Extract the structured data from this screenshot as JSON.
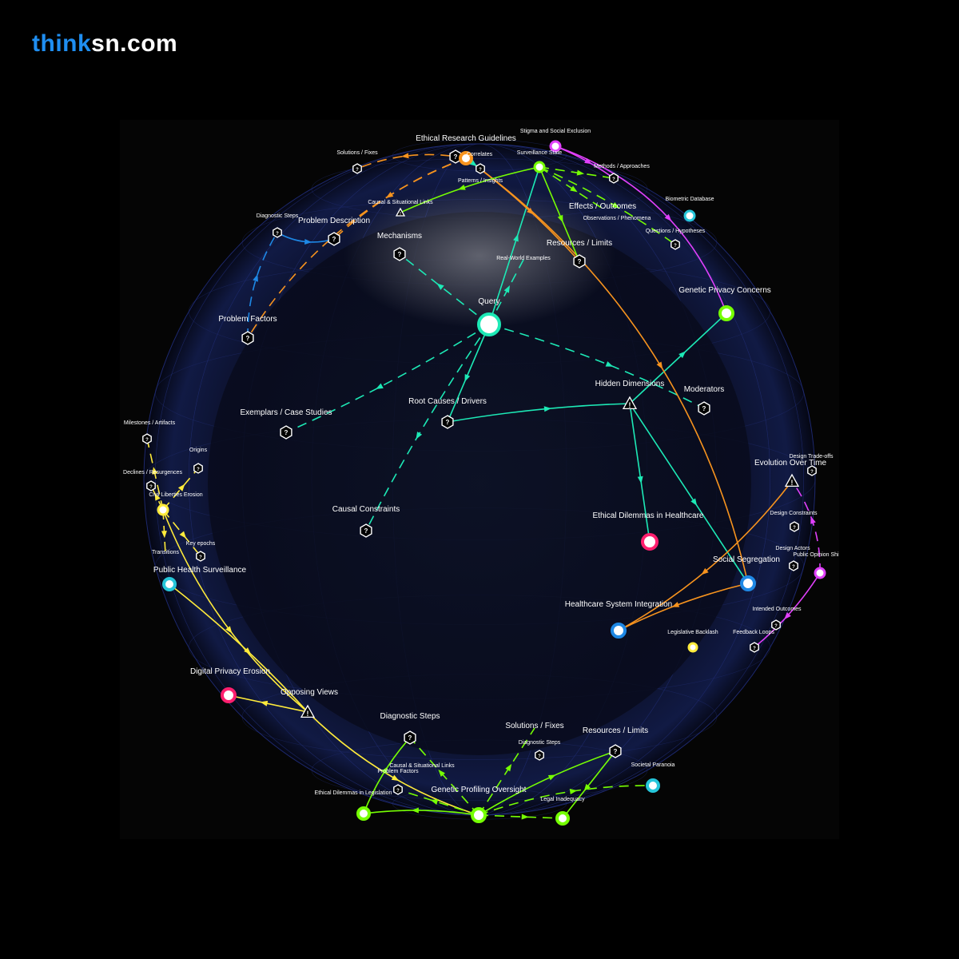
{
  "brand": {
    "part1": "think",
    "part2": "sn.com",
    "color1": "#1f8ef1",
    "color2": "#ffffff"
  },
  "colors": {
    "teal": "#1de9b6",
    "orange": "#f7931e",
    "magenta": "#e040fb",
    "blue": "#1e88e5",
    "yellow": "#ffeb3b",
    "green": "#76ff03",
    "pink": "#ff1f6e",
    "cyan": "#26c6da"
  },
  "nodes": [
    {
      "id": "query",
      "label": "Query",
      "icon": "circle-node-icon",
      "color": "teal"
    },
    {
      "id": "mechanisms",
      "label": "Mechanisms",
      "icon": "question-hex-icon"
    },
    {
      "id": "resources_limits_top",
      "label": "Resources / Limits",
      "icon": "question-hex-icon"
    },
    {
      "id": "real_world",
      "label": "Real-World Examples",
      "icon": "none"
    },
    {
      "id": "hidden_dimensions",
      "label": "Hidden Dimensions",
      "icon": "warning-triangle-icon"
    },
    {
      "id": "moderators",
      "label": "Moderators",
      "icon": "question-hex-icon"
    },
    {
      "id": "root_causes",
      "label": "Root Causes / Drivers",
      "icon": "question-hex-icon"
    },
    {
      "id": "exemplars",
      "label": "Exemplars / Case Studies",
      "icon": "question-hex-icon"
    },
    {
      "id": "causal_constraints",
      "label": "Causal Constraints",
      "icon": "question-hex-icon"
    },
    {
      "id": "ethical_dilemmas_healthcare",
      "label": "Ethical Dilemmas in Healthcare",
      "icon": "circle-node-icon",
      "color": "pink"
    },
    {
      "id": "social_segregation",
      "label": "Social Segregation",
      "icon": "circle-node-icon",
      "color": "blue"
    },
    {
      "id": "healthcare_integration",
      "label": "Healthcare System Integration",
      "icon": "circle-node-icon",
      "color": "blue"
    },
    {
      "id": "genetic_privacy",
      "label": "Genetic Privacy Concerns",
      "icon": "circle-node-icon",
      "color": "green"
    },
    {
      "id": "ethical_research",
      "label": "Ethical Research Guidelines",
      "icon": "question-hex-icon"
    },
    {
      "id": "correlates",
      "label": "Correlates",
      "icon": "circle-node-icon",
      "color": "orange"
    },
    {
      "id": "stigma",
      "label": "Stigma and Social Exclusion",
      "icon": "circle-node-icon",
      "color": "magenta"
    },
    {
      "id": "surveillance_state",
      "label": "Surveillance State",
      "icon": "circle-node-icon",
      "color": "green"
    },
    {
      "id": "methods",
      "label": "Methods / Approaches",
      "icon": "question-hex-icon"
    },
    {
      "id": "solutions_top",
      "label": "Solutions / Fixes",
      "icon": "question-hex-icon"
    },
    {
      "id": "patterns",
      "label": "Patterns / Insights",
      "icon": "question-hex-icon"
    },
    {
      "id": "causal_situational_top",
      "label": "Causal & Situational Links",
      "icon": "warning-triangle-icon"
    },
    {
      "id": "effects",
      "label": "Effects / Outcomes",
      "icon": "none"
    },
    {
      "id": "observations",
      "label": "Observations / Phenomena",
      "icon": "none"
    },
    {
      "id": "biometric",
      "label": "Biometric Database",
      "icon": "circle-node-icon",
      "color": "cyan"
    },
    {
      "id": "questions",
      "label": "Questions / Hypotheses",
      "icon": "question-hex-icon"
    },
    {
      "id": "diagnostic_top",
      "label": "Diagnostic Steps",
      "icon": "question-hex-icon"
    },
    {
      "id": "problem_description",
      "label": "Problem Description",
      "icon": "question-hex-icon"
    },
    {
      "id": "problem_factors_left",
      "label": "Problem Factors",
      "icon": "question-hex-icon"
    },
    {
      "id": "milestones",
      "label": "Milestones / Artifacts",
      "icon": "question-hex-icon"
    },
    {
      "id": "origins",
      "label": "Origins",
      "icon": "question-hex-icon"
    },
    {
      "id": "declines",
      "label": "Declines / Resurgences",
      "icon": "question-hex-icon"
    },
    {
      "id": "civil_liberties",
      "label": "Civil Liberties Erosion",
      "icon": "circle-node-icon",
      "color": "yellow"
    },
    {
      "id": "key_epochs",
      "label": "Key epochs",
      "icon": "question-hex-icon"
    },
    {
      "id": "transitions",
      "label": "Transitions",
      "icon": "none"
    },
    {
      "id": "public_health",
      "label": "Public Health Surveillance",
      "icon": "circle-node-icon",
      "color": "cyan"
    },
    {
      "id": "digital_privacy",
      "label": "Digital Privacy Erosion",
      "icon": "circle-node-icon",
      "color": "pink"
    },
    {
      "id": "opposing_views",
      "label": "Opposing Views",
      "icon": "warning-triangle-icon"
    },
    {
      "id": "evolution",
      "label": "Evolution Over Time",
      "icon": "warning-triangle-icon"
    },
    {
      "id": "design_tradeoffs",
      "label": "Design Trade-offs",
      "icon": "question-hex-icon"
    },
    {
      "id": "design_constraints",
      "label": "Design Constraints",
      "icon": "question-hex-icon"
    },
    {
      "id": "design_actors",
      "label": "Design Actors",
      "icon": "question-hex-icon"
    },
    {
      "id": "public_opinion",
      "label": "Public Opinion Shi",
      "icon": "circle-node-icon",
      "color": "magenta"
    },
    {
      "id": "intended_outcomes",
      "label": "Intended Outcomes",
      "icon": "question-hex-icon"
    },
    {
      "id": "feedback_loops",
      "label": "Feedback Loops",
      "icon": "question-hex-icon"
    },
    {
      "id": "legislative_backlash",
      "label": "Legislative Backlash",
      "icon": "circle-node-icon",
      "color": "yellow"
    },
    {
      "id": "diagnostic_bottom",
      "label": "Diagnostic Steps",
      "icon": "question-hex-icon"
    },
    {
      "id": "solutions_bottom",
      "label": "Solutions / Fixes",
      "icon": "none"
    },
    {
      "id": "diagnostic_bottom_small",
      "label": "Diagnostic Steps",
      "icon": "question-hex-icon"
    },
    {
      "id": "resources_bottom",
      "label": "Resources / Limits",
      "icon": "question-hex-icon"
    },
    {
      "id": "causal_situational_bottom",
      "label": "Causal & Situational Links",
      "icon": "none"
    },
    {
      "id": "problem_factors_bottom",
      "label": "Problem Factors",
      "icon": "question-hex-icon"
    },
    {
      "id": "genetic_profiling",
      "label": "Genetic Profiling Oversight",
      "icon": "circle-node-icon",
      "color": "green"
    },
    {
      "id": "ethical_legislation",
      "label": "Ethical Dilemmas in Legislation",
      "icon": "circle-node-icon",
      "color": "green"
    },
    {
      "id": "societal_paranoia",
      "label": "Societal Paranoia",
      "icon": "circle-node-icon",
      "color": "cyan"
    },
    {
      "id": "legal_inadequacy",
      "label": "Legal Inadequacy",
      "icon": "circle-node-icon",
      "color": "green"
    }
  ]
}
